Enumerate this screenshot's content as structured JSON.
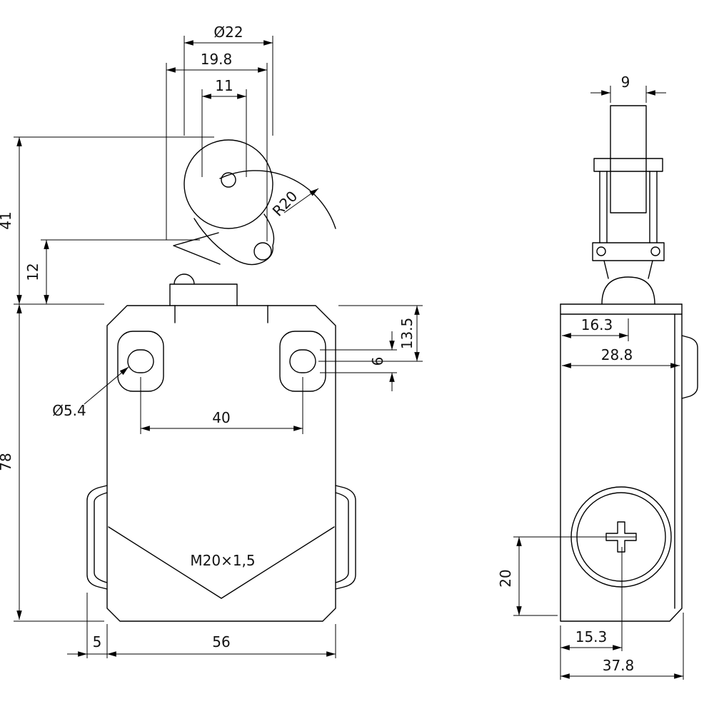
{
  "colors": {
    "background": "#ffffff",
    "line": "#000000"
  },
  "front_view": {
    "dims": {
      "roller_dia": "Ø22",
      "lever_width": "19.8",
      "pin_offset": "11",
      "lever_height": "41",
      "pretravel": "12",
      "lever_radius": "R20",
      "slot_top": "13.5",
      "slot_height": "6",
      "slot_dia": "Ø5.4",
      "hole_spacing": "40",
      "body_height": "78",
      "thread": "M20×1,5",
      "bellows_depth": "5",
      "body_width": "56"
    }
  },
  "side_view": {
    "dims": {
      "roller_width": "9",
      "plunger_offset": "16.3",
      "body_depth": "28.8",
      "screw_height": "20",
      "screw_offset": "15.3",
      "total_depth": "37.8"
    }
  }
}
